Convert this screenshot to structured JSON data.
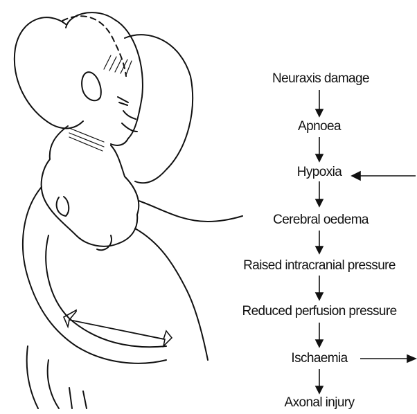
{
  "diagram": {
    "illustration_icon": "shaken-infant-head-swing-drawing",
    "steps": [
      "Neuraxis damage",
      "Apnoea",
      "Hypoxia",
      "Cerebral oedema",
      "Raised intracranial pressure",
      "Reduced perfusion pressure",
      "Ischaemia",
      "Axonal injury"
    ],
    "side_arrows": [
      {
        "step": "Hypoxia",
        "direction": "incoming-from-right"
      },
      {
        "step": "Ischaemia",
        "direction": "outgoing-to-right"
      }
    ]
  }
}
